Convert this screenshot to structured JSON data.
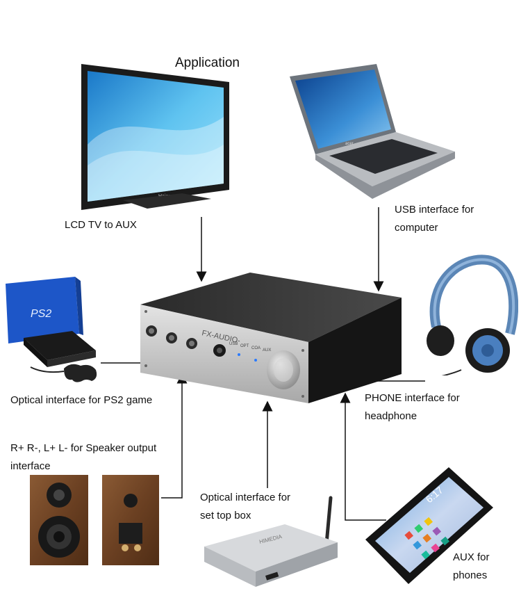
{
  "title": "Application",
  "labels": {
    "lcd_tv": "LCD TV to AUX",
    "usb": "USB interface for computer",
    "ps2": "Optical interface for PS2 game",
    "phone": "PHONE interface for headphone",
    "speaker": "R+ R-, L+  L- for Speaker output interface",
    "settop": "Optical interface for set top box",
    "aux": "AUX for phones"
  },
  "device_text": {
    "brand": "FX-AUDIO-",
    "inputs": [
      "USB",
      "OPT",
      "COA",
      "AUX"
    ],
    "tv_brand": "Haier",
    "ps2_logo": "PS2",
    "box_brand": "HIMEDIA",
    "laptop_brand": "acer",
    "phone_clock": "6:17"
  }
}
